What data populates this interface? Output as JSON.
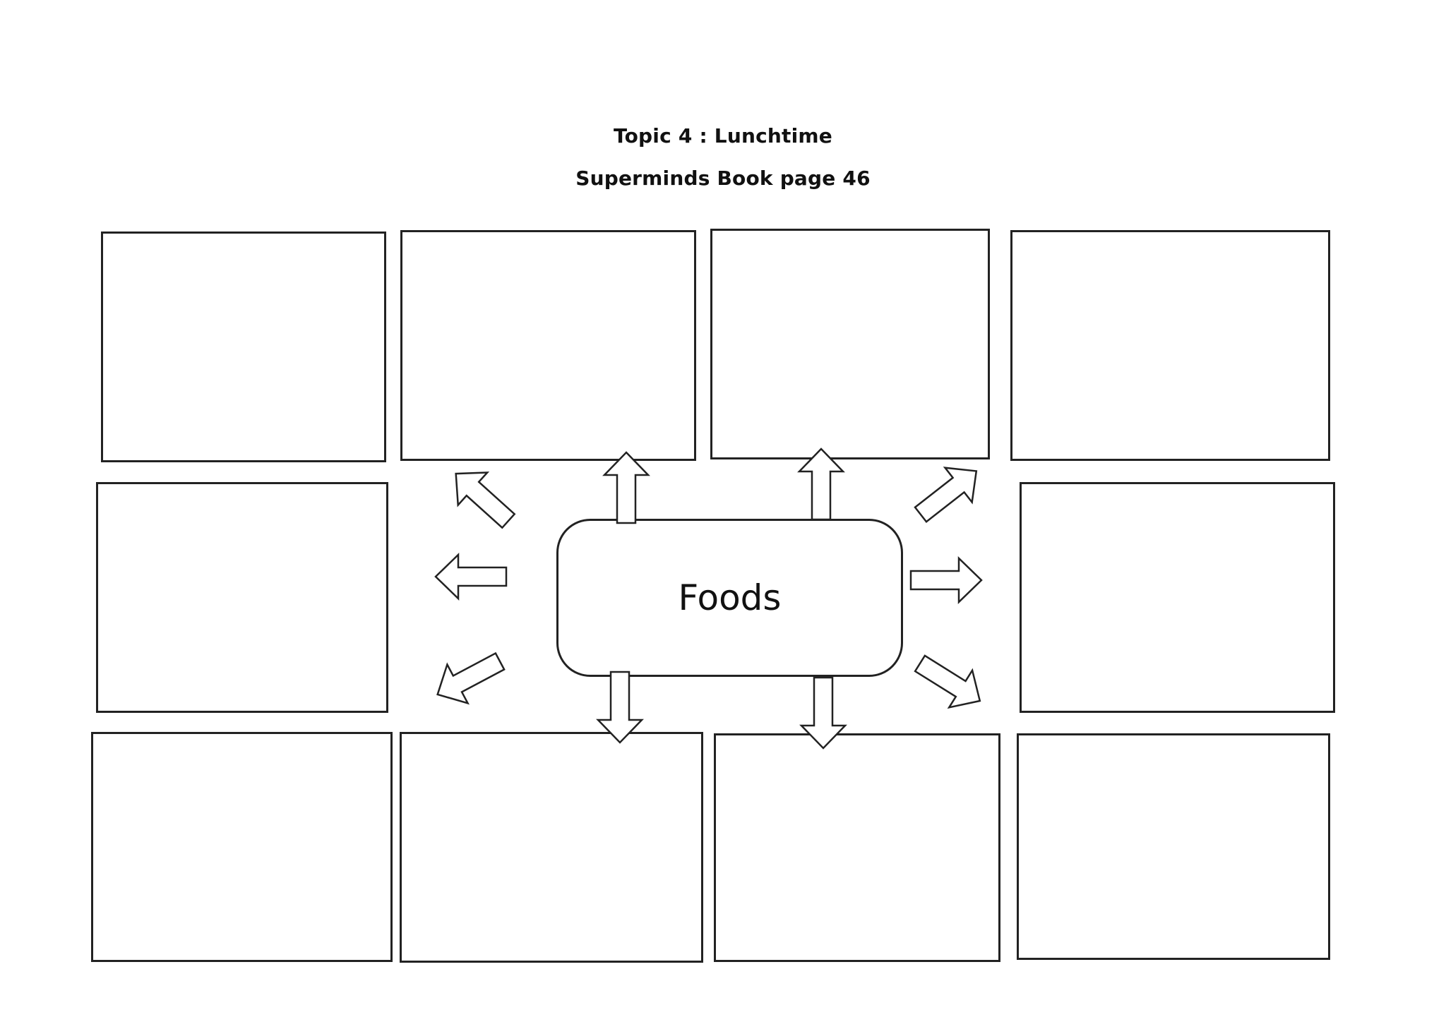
{
  "header": {
    "title": "Topic 4 : Lunchtime",
    "subtitle": "Superminds Book page 46"
  },
  "center": {
    "label": "Foods"
  },
  "boxes": [
    {
      "name": "answer-box-top-1",
      "text": ""
    },
    {
      "name": "answer-box-top-2",
      "text": ""
    },
    {
      "name": "answer-box-top-3",
      "text": ""
    },
    {
      "name": "answer-box-top-4",
      "text": ""
    },
    {
      "name": "answer-box-middle-left",
      "text": ""
    },
    {
      "name": "answer-box-middle-right",
      "text": ""
    },
    {
      "name": "answer-box-bottom-1",
      "text": ""
    },
    {
      "name": "answer-box-bottom-2",
      "text": ""
    },
    {
      "name": "answer-box-bottom-3",
      "text": ""
    },
    {
      "name": "answer-box-bottom-4",
      "text": ""
    }
  ],
  "arrows": [
    {
      "name": "arrow-up-left-icon",
      "direction": "up-left"
    },
    {
      "name": "arrow-up-icon",
      "direction": "up"
    },
    {
      "name": "arrow-up-icon",
      "direction": "up"
    },
    {
      "name": "arrow-up-right-icon",
      "direction": "up-right"
    },
    {
      "name": "arrow-left-icon",
      "direction": "left"
    },
    {
      "name": "arrow-right-icon",
      "direction": "right"
    },
    {
      "name": "arrow-down-left-icon",
      "direction": "down-left"
    },
    {
      "name": "arrow-down-icon",
      "direction": "down"
    },
    {
      "name": "arrow-down-icon",
      "direction": "down"
    },
    {
      "name": "arrow-down-right-icon",
      "direction": "down-right"
    }
  ],
  "colors": {
    "line": "#222222",
    "background": "#ffffff",
    "text": "#111111"
  }
}
